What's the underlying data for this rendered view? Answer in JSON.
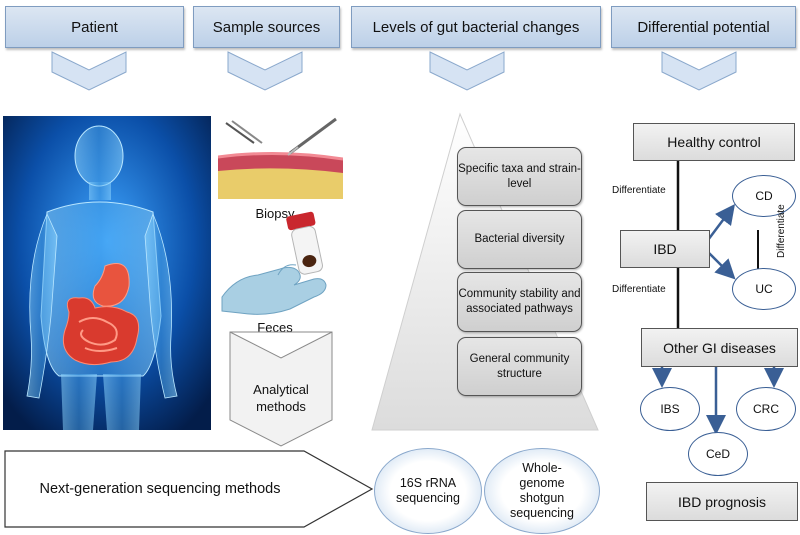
{
  "headers": {
    "patient": "Patient",
    "sample_sources": "Sample sources",
    "levels": "Levels of gut bacterial changes",
    "differential": "Differential potential"
  },
  "samples": {
    "biopsy": "Biopsy",
    "feces": "Feces",
    "analytical_line1": "Analytical",
    "analytical_line2": "methods"
  },
  "levels": [
    "Specific taxa and strain-level",
    "Bacterial diversity",
    "Community stability and associated pathways",
    "General community structure"
  ],
  "bottom": {
    "ngs": "Next-generation sequencing methods",
    "seq1": "16S rRNA sequencing",
    "seq2": "Whole-genome shotgun sequencing"
  },
  "differential": {
    "healthy": "Healthy control",
    "ibd": "IBD",
    "cd": "CD",
    "uc": "UC",
    "other": "Other GI diseases",
    "ibs": "IBS",
    "crc": "CRC",
    "ced": "CeD",
    "prognosis": "IBD prognosis",
    "differentiate1": "Differentiate",
    "differentiate2": "Differentiate",
    "differentiate3": "Differentiate"
  },
  "colors": {
    "header_fill": "#c9d9ee",
    "header_border": "#7f9cc0",
    "arrow_blue": "#3a5f95"
  }
}
